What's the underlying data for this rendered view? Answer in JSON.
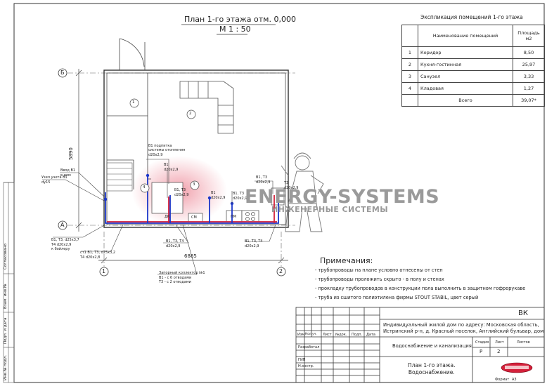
{
  "plan": {
    "title": "План 1-го этажа отм. 0,000",
    "scale": "М 1 : 50",
    "axes": {
      "a": "А",
      "b": "Б",
      "one": "1",
      "two": "2"
    },
    "dimensions": {
      "height": "5890",
      "width": "6885"
    },
    "room_numbers": [
      "1",
      "2",
      "3",
      "4"
    ],
    "equipment": {
      "shower": "ДК",
      "washer": "СМ",
      "dishwasher": "ПМ"
    },
    "callouts": {
      "heating_feed": [
        "В1 подпитка",
        "системы отопления",
        "d20x2,9"
      ],
      "b1": [
        "В1",
        "d20x2,9"
      ],
      "b1_t3_a": [
        "В1",
        "d20x2,9"
      ],
      "b1_t3_b": [
        "В1, Т3",
        "d20x2,9"
      ],
      "b1_t3_right": [
        "В1, Т3",
        "d20x2,9"
      ],
      "t3_kitchen": [
        "Т3",
        "d20x2,9"
      ],
      "shower_small": [
        "В1, Т3",
        "d20x2,9"
      ],
      "meter": [
        "Ввод В1",
        "в дом"
      ],
      "meter_node": [
        "Узел учета  В1",
        "dy15"
      ],
      "boiler": [
        "В1, Т3,  d25x3,7",
        "Т4  d20x2,9",
        "к бойлеру"
      ],
      "laundry": [
        "В1, Т3, Т4",
        "d20x2,9"
      ],
      "sink": [
        "ст1  В1, Т3,  d25x3,2",
        "Т4  d20x2,8"
      ],
      "right_low": [
        "В1, Т3, Т4",
        "d20x2,9"
      ],
      "manifold": [
        "Запорный коллектор №1",
        "В1 - с 6 отводами",
        "Т3 - с 2 отводами"
      ]
    }
  },
  "explication": {
    "title": "Экспликация помещений 1-го этажа",
    "headers": {
      "name": "Наименование помещений",
      "area": "Площадь м2"
    },
    "rows": [
      {
        "no": "1",
        "name": "Коридор",
        "area": "8,50"
      },
      {
        "no": "2",
        "name": "Кухня-гостинная",
        "area": "25,97"
      },
      {
        "no": "3",
        "name": "Санузел",
        "area": "3,33"
      },
      {
        "no": "4",
        "name": "Кладовая",
        "area": "1,27"
      }
    ],
    "total_label": "Всего",
    "total_value": "39,07*"
  },
  "notes": {
    "heading": "Примечания:",
    "items": [
      "- трубопроводы на плане условно отнесены от стен",
      "- трубопроводы проложить скрыто - в полу и стенах",
      "- прокладку трубопроводов в конструкции пола выполнить в защитном гофрорукаве",
      "- труба из сшитого полиэтилена фирмы STOUT STABIL, цвет серый"
    ]
  },
  "watermark": {
    "main": "ENERGY-SYSTEMS",
    "sub": "ИНЖЕНЕРНЫЕ СИСТЕМЫ"
  },
  "title_block": {
    "code": "ВК",
    "address": [
      "Индивидуальный жилой дом по адресу: Московская область,",
      "Истринский р-н, д. Красный поселок, Английский бульвар, дом"
    ],
    "col_heads": [
      "Изм.",
      "Кол.уч.",
      "Лист",
      "№док.",
      "Подп.",
      "Дата"
    ],
    "roles": [
      "Разработал",
      "ГИП",
      "Н.контр."
    ],
    "section": "Водоснабжение и канализация",
    "stage_heads": [
      "Стадия",
      "Лист",
      "Листов"
    ],
    "stage": "Р",
    "sheet": "2",
    "sheet_title": [
      "План 1-го этажа.",
      "Водоснабжение."
    ],
    "format_label": "Формат",
    "format": "А3",
    "side_labels": [
      "Согласовано",
      "Взам. инв.№",
      "Подп. и дата",
      "Инв.№ подл."
    ]
  }
}
